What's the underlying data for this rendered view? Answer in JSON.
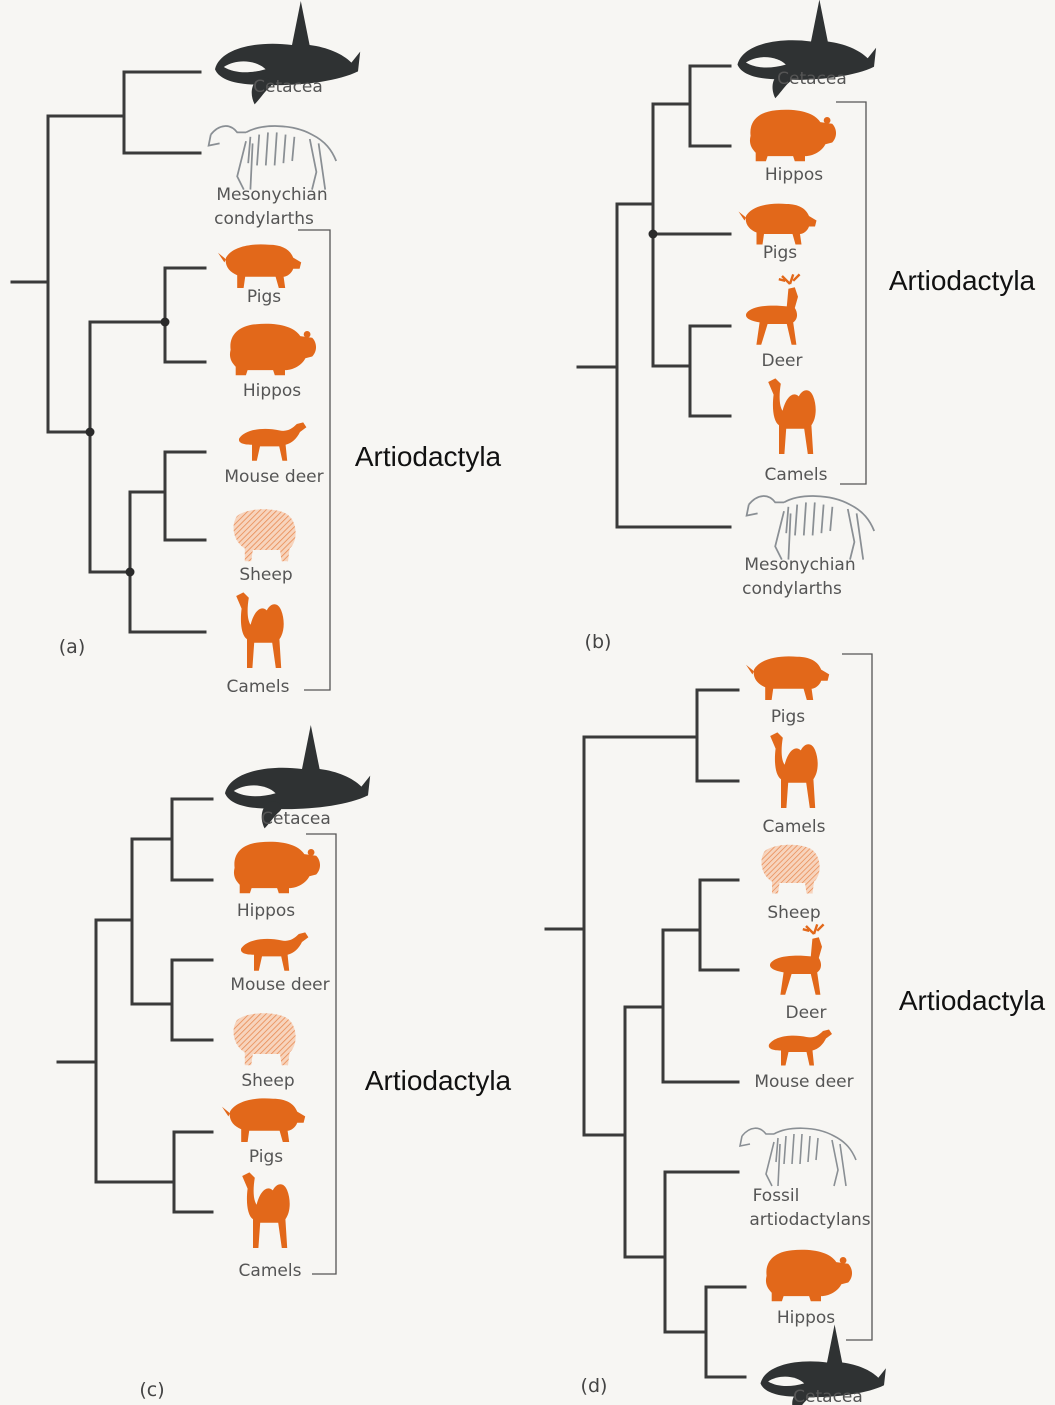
{
  "colors": {
    "artiodactyl": "#e2681a",
    "artiodactyl_hatched": "#f2b08c",
    "cetacean": "#2f3233",
    "fossil_outline": "#8a8f94",
    "branch": "#3a3a3a"
  },
  "panels": [
    {
      "label": "(a)",
      "clade_label": "Artiodactyla",
      "taxa": [
        {
          "name": "Cetacea",
          "icon": "orca-icon"
        },
        {
          "name_lines": [
            "Mesonychian",
            "condylarths"
          ],
          "icon": "skeleton-icon"
        },
        {
          "name": "Pigs",
          "icon": "pig-icon"
        },
        {
          "name": "Hippos",
          "icon": "hippo-icon"
        },
        {
          "name": "Mouse deer",
          "icon": "mouse-deer-icon"
        },
        {
          "name": "Sheep",
          "icon": "sheep-icon"
        },
        {
          "name": "Camels",
          "icon": "camel-icon"
        }
      ]
    },
    {
      "label": "(b)",
      "clade_label": "Artiodactyla",
      "taxa": [
        {
          "name": "Cetacea",
          "icon": "orca-icon"
        },
        {
          "name": "Hippos",
          "icon": "hippo-icon"
        },
        {
          "name": "Pigs",
          "icon": "pig-icon"
        },
        {
          "name": "Deer",
          "icon": "deer-icon"
        },
        {
          "name": "Camels",
          "icon": "camel-icon"
        },
        {
          "name_lines": [
            "Mesonychian",
            "condylarths"
          ],
          "icon": "skeleton-icon"
        }
      ]
    },
    {
      "label": "(c)",
      "clade_label": "Artiodactyla",
      "taxa": [
        {
          "name": "Cetacea",
          "icon": "orca-icon"
        },
        {
          "name": "Hippos",
          "icon": "hippo-icon"
        },
        {
          "name": "Mouse deer",
          "icon": "mouse-deer-icon"
        },
        {
          "name": "Sheep",
          "icon": "sheep-icon"
        },
        {
          "name": "Pigs",
          "icon": "pig-icon"
        },
        {
          "name": "Camels",
          "icon": "camel-icon"
        }
      ]
    },
    {
      "label": "(d)",
      "clade_label": "Artiodactyla",
      "taxa": [
        {
          "name": "Pigs",
          "icon": "pig-icon"
        },
        {
          "name": "Camels",
          "icon": "camel-icon"
        },
        {
          "name": "Sheep",
          "icon": "sheep-icon"
        },
        {
          "name": "Deer",
          "icon": "deer-icon"
        },
        {
          "name": "Mouse deer",
          "icon": "mouse-deer-icon"
        },
        {
          "name_lines": [
            "Fossil",
            "artiodactylans"
          ],
          "icon": "skeleton-icon"
        },
        {
          "name": "Hippos",
          "icon": "hippo-icon"
        },
        {
          "name": "Cetacea",
          "icon": "orca-icon"
        }
      ]
    }
  ]
}
